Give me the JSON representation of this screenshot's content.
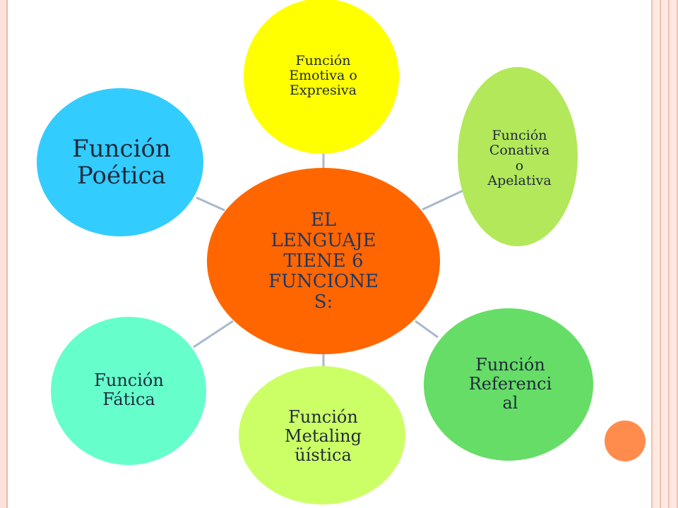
{
  "center": {
    "label": "EL LENGUAJE TIENE 6 FUNCIONE S:",
    "lines": [
      "EL",
      "LENGUAJE",
      "TIENE 6",
      "FUNCIONE",
      "S:"
    ],
    "color": "#ff6600",
    "text_color": "#1f3864"
  },
  "nodes": [
    {
      "id": "emotiva",
      "lines": [
        "Función",
        "Emotiva o",
        "Expresiva"
      ],
      "color": "#ffff00"
    },
    {
      "id": "conativa",
      "lines": [
        "Función",
        "Conativa",
        "o",
        "Apelativa"
      ],
      "color": "#b2e85a"
    },
    {
      "id": "referencial",
      "lines": [
        "Función",
        "Referenci",
        "al"
      ],
      "color": "#66dd66"
    },
    {
      "id": "metalinguistica",
      "lines": [
        "Función",
        "Metaling",
        "üística"
      ],
      "color": "#ccff66"
    },
    {
      "id": "fatica",
      "lines": [
        "Función",
        "Fática"
      ],
      "color": "#66ffcc"
    },
    {
      "id": "poetica",
      "lines": [
        "Función",
        "Poética"
      ],
      "color": "#33ccff"
    }
  ],
  "connector_color": "#aab8cc",
  "decor": {
    "accent_dot_color": "#ff8c4d"
  }
}
